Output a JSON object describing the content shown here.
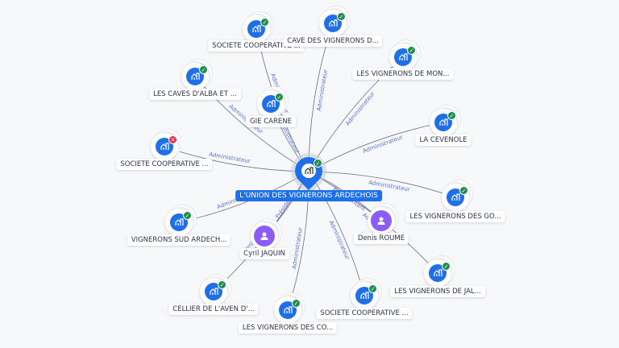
{
  "center": {
    "label": "L'UNION DES VIGNERONS ARDECHOIS",
    "status": "ok",
    "icon": "building-icon"
  },
  "nodes": [
    {
      "label": "SOCIETE COOPERATIVE ...",
      "type": "company",
      "status": "ok"
    },
    {
      "label": "CAVE DES VIGNERONS D...",
      "type": "company",
      "status": "ok"
    },
    {
      "label": "LES VIGNERONS DE MON...",
      "type": "company",
      "status": "ok"
    },
    {
      "label": "LES CAVES D'ALBA ET ...",
      "type": "company",
      "status": "ok"
    },
    {
      "label": "GIE CARENE",
      "type": "company",
      "status": "ok"
    },
    {
      "label": "LA CEVENOLE",
      "type": "company",
      "status": "ok"
    },
    {
      "label": "SOCIETE COOPERATIVE ...",
      "type": "company",
      "status": "closed"
    },
    {
      "label": "LES VIGNERONS DES GO...",
      "type": "company",
      "status": "ok"
    },
    {
      "label": "VIGNERONS SUD ARDECH...",
      "type": "company",
      "status": "ok"
    },
    {
      "label": "Denis ROUME",
      "type": "person",
      "status": ""
    },
    {
      "label": "Cyril JAQUIN",
      "type": "person",
      "status": ""
    },
    {
      "label": "LES VIGNERONS DE JAL...",
      "type": "company",
      "status": "ok"
    },
    {
      "label": "CELLIER DE L'AVEN D'...",
      "type": "company",
      "status": "ok"
    },
    {
      "label": "LES VIGNERONS DES CO...",
      "type": "company",
      "status": "ok"
    },
    {
      "label": "SOCIETE COOPERATIVE ...",
      "type": "company",
      "status": "ok"
    }
  ],
  "edges": [
    {
      "to": 0,
      "label": "Administrateur"
    },
    {
      "to": 1,
      "label": "Administrateur"
    },
    {
      "to": 2,
      "label": "Administrateur"
    },
    {
      "to": 3,
      "label": "Administrateur"
    },
    {
      "to": 4,
      "label": "Administrateur"
    },
    {
      "to": 5,
      "label": "Administrateur"
    },
    {
      "to": 6,
      "label": "Administrateur"
    },
    {
      "to": 7,
      "label": "Administrateur"
    },
    {
      "to": 8,
      "label": "Administrateur"
    },
    {
      "to": 9,
      "label": "Représentant"
    },
    {
      "to": 10,
      "label": "Président"
    },
    {
      "to": 11,
      "label": "Administrateur"
    },
    {
      "to": 12,
      "label": "Administrateur"
    },
    {
      "to": 13,
      "label": "Administrateur"
    },
    {
      "to": 14,
      "label": "Administrateur"
    }
  ],
  "colors": {
    "company": "#1f6fe8",
    "person": "#8b5cf6",
    "ok": "#1e8e4f",
    "closed": "#e0304a",
    "edge_label": "#5b6fd6"
  }
}
